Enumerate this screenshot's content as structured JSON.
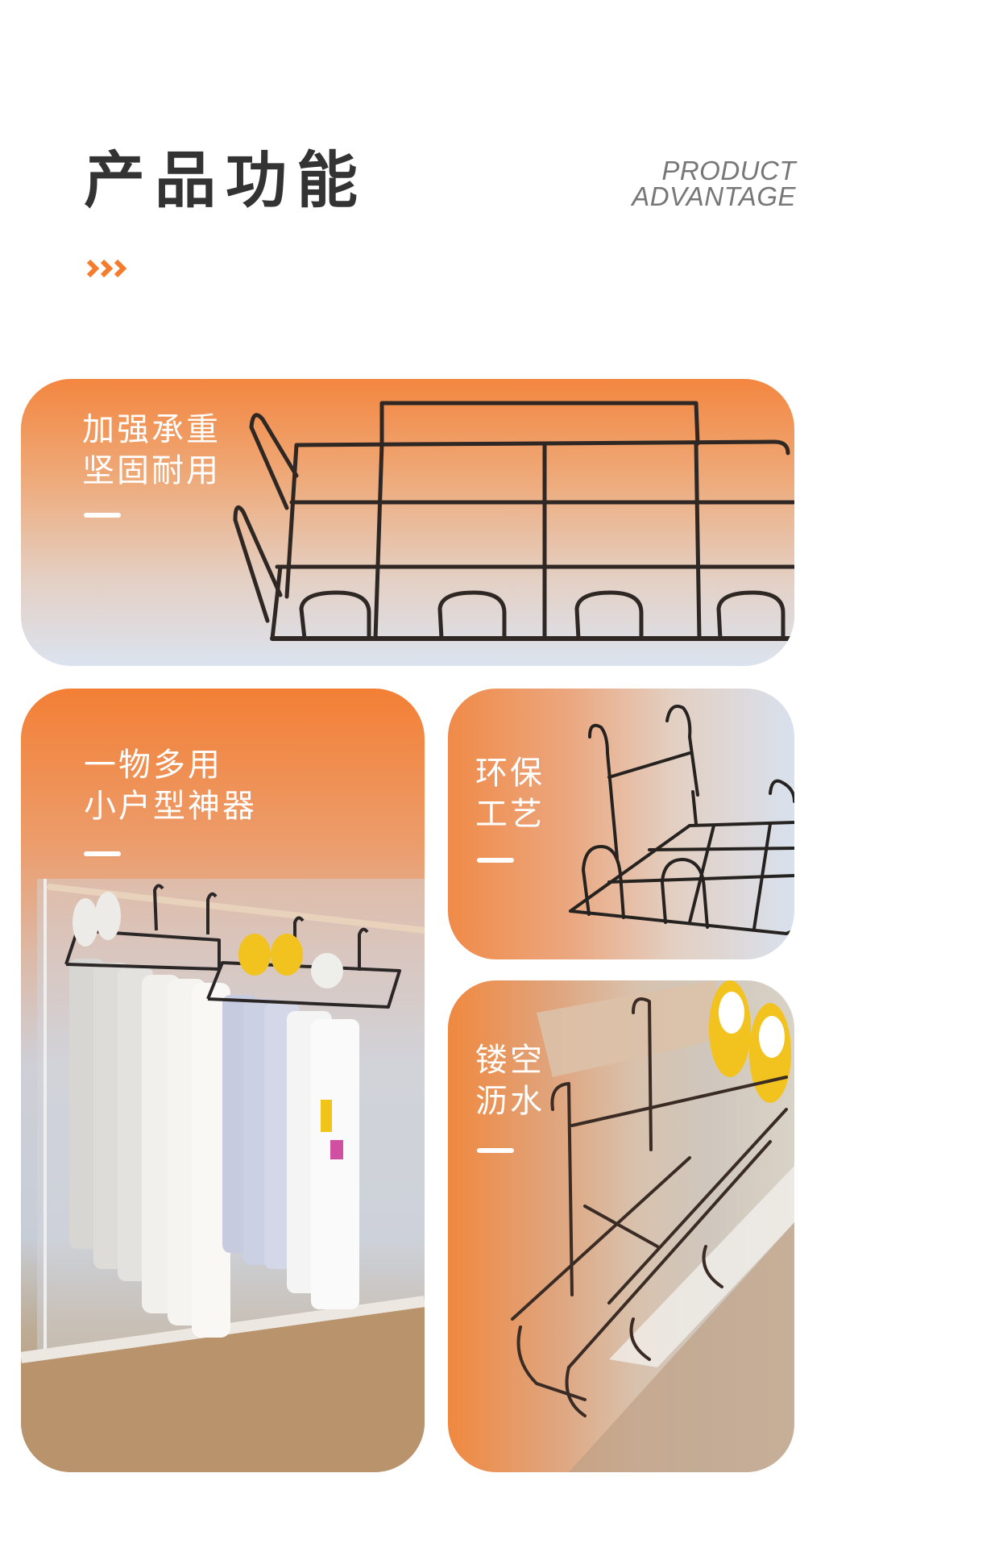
{
  "header": {
    "title": "产品功能",
    "subtitle_line1": "PRODUCT",
    "subtitle_line2": "ADVANTAGE",
    "accent_color": "#f47c2c",
    "decor_icon": "triple-chevron-right-icon"
  },
  "features": [
    {
      "label": "加强承重\n坚固耐用",
      "image": "wire-shoe-rack-closeup"
    },
    {
      "label": "一物多用\n小户型神器",
      "image": "rack-with-shoes-and-hanging-clothes"
    },
    {
      "label": "环保\n工艺",
      "image": "hanging-wire-rack-with-hooks"
    },
    {
      "label": "镂空\n沥水",
      "image": "rack-hung-on-rail-with-sneakers"
    }
  ],
  "colors": {
    "title_text": "#333333",
    "subtitle_text": "#777777",
    "card_orange": "#f38640",
    "card_blue_gray": "#dbe3ef",
    "wire": "#2a2624",
    "label_text": "#ffffff"
  }
}
